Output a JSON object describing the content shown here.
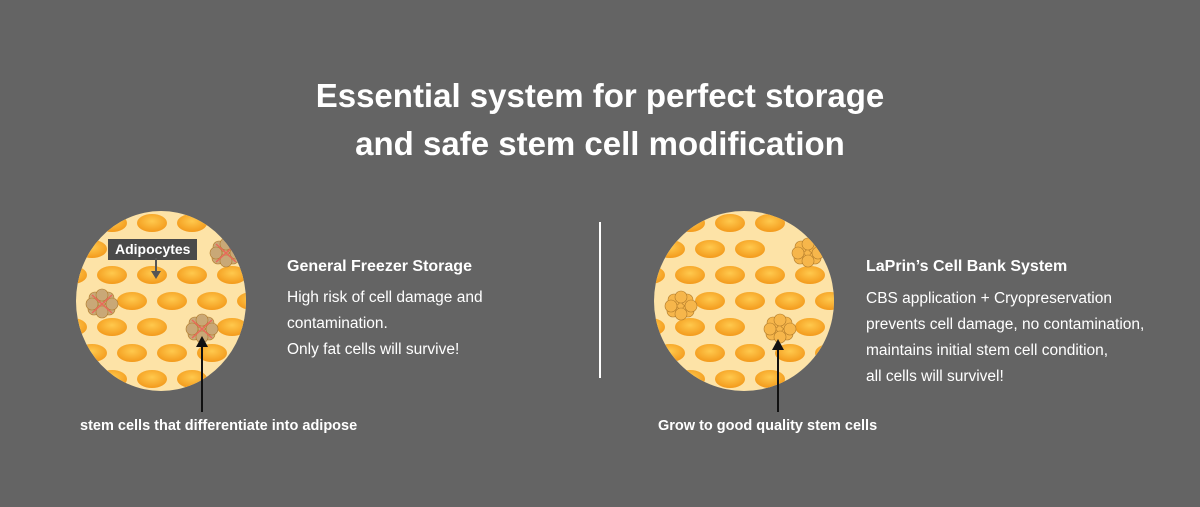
{
  "title": {
    "line1": "Essential system for perfect storage",
    "line2": "and safe stem cell modification"
  },
  "left_panel": {
    "heading": "General Freezer Storage",
    "body": [
      "High risk of cell damage and",
      "contamination.",
      "Only fat cells will survive!"
    ],
    "callout_label": "Adipocytes",
    "caption": "stem cells that differentiate into adipose"
  },
  "right_panel": {
    "heading": "LaPrin’s Cell Bank System",
    "body": [
      "CBS application + Cryopreservation",
      "prevents cell damage, no contamination,",
      "maintains initial stem cell condition,",
      "all cells will survivel!"
    ],
    "caption": "Grow to good quality stem cells"
  },
  "colors": {
    "background": "#646464",
    "circle_fill": "#fde3a7",
    "cell_orange": "#f5a623",
    "damaged_cell": "#c9a877",
    "cross_red": "#e86a5a"
  },
  "icons": [
    "stem-cell-circle-icon",
    "adipocyte-icon",
    "arrow-icon"
  ]
}
